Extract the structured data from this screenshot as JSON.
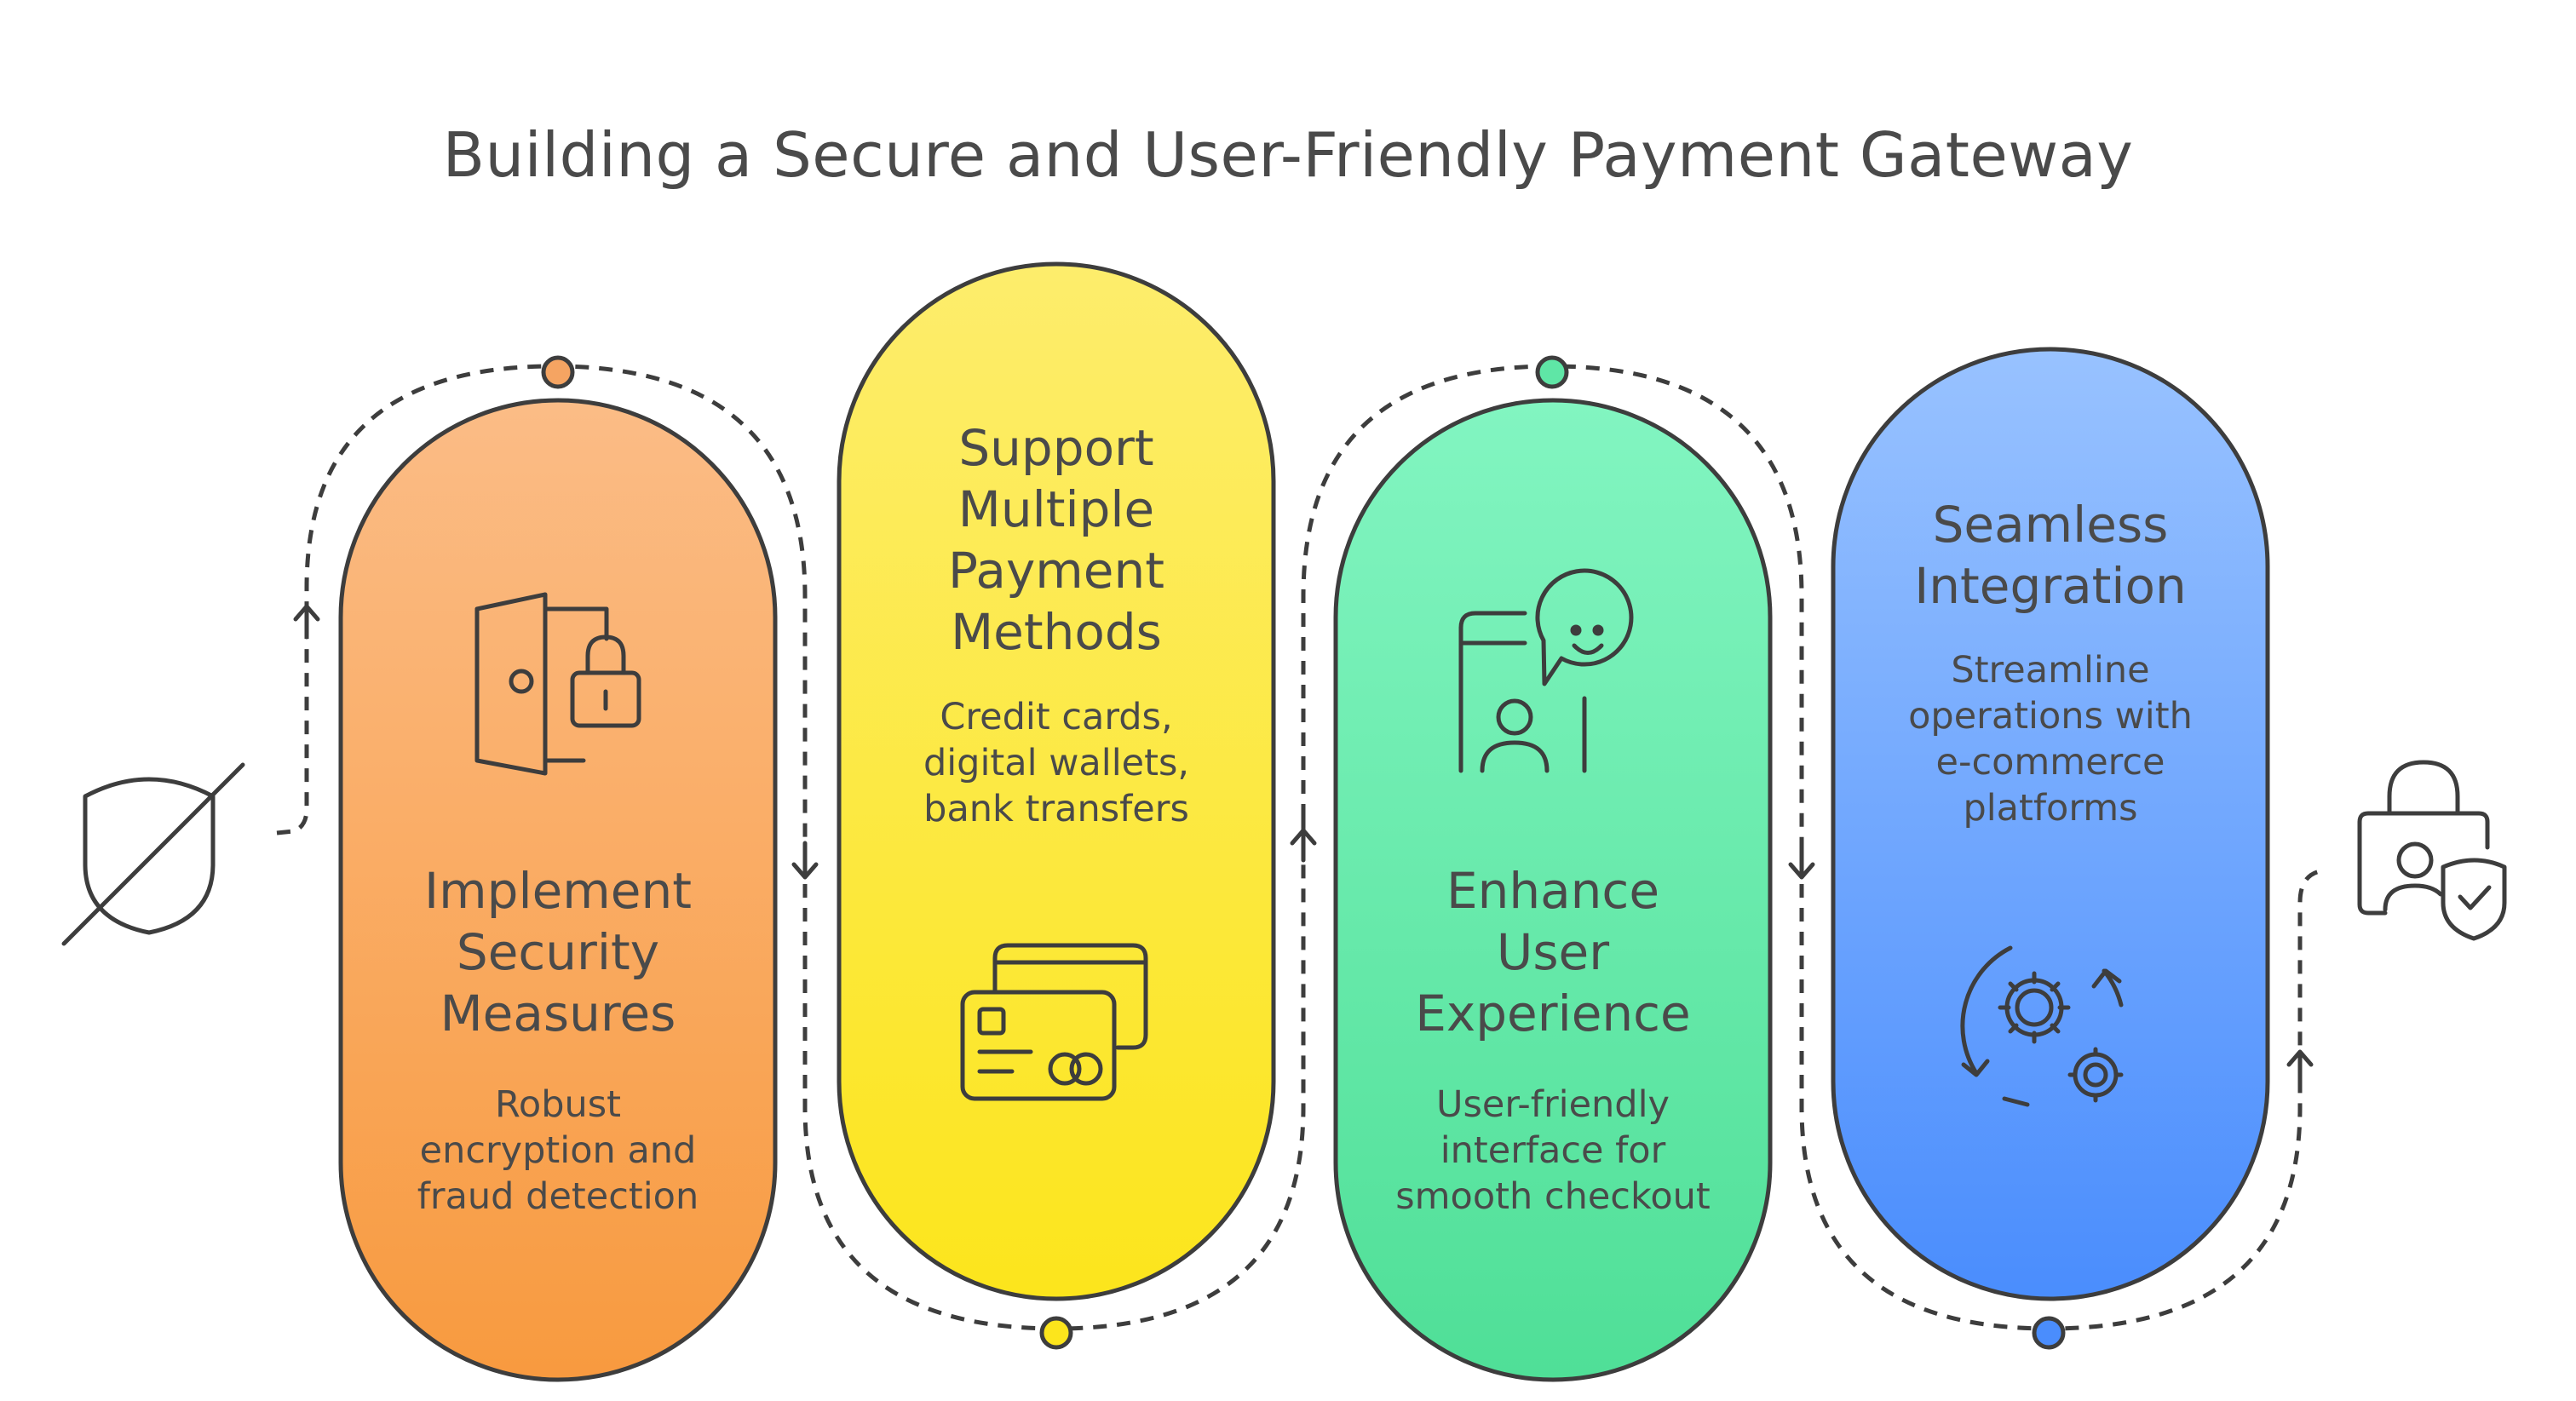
{
  "title": "Building a Secure and User-Friendly Payment Gateway",
  "colors": {
    "orange_top": "#FBBC86",
    "orange_bottom": "#F89A3F",
    "yellow_top": "#FDED6C",
    "yellow_bottom": "#FCE51C",
    "green_top": "#82F5C1",
    "green_bottom": "#4FDF97",
    "blue_top": "#98C2FF",
    "blue_bottom": "#4A8DFD",
    "outline": "#3d3d3d"
  },
  "steps": [
    {
      "heading": [
        "Implement",
        "Security",
        "Measures"
      ],
      "description": [
        "Robust",
        "encryption and",
        "fraud detection"
      ],
      "icon": "door-lock-icon"
    },
    {
      "heading": [
        "Support",
        "Multiple",
        "Payment",
        "Methods"
      ],
      "description": [
        "Credit cards,",
        "digital wallets,",
        "bank transfers"
      ],
      "icon": "credit-cards-icon"
    },
    {
      "heading": [
        "Enhance",
        "User",
        "Experience"
      ],
      "description": [
        "User-friendly",
        "interface for",
        "smooth checkout"
      ],
      "icon": "phone-smiley-icon"
    },
    {
      "heading": [
        "Seamless",
        "Integration"
      ],
      "description": [
        "Streamline",
        "operations with",
        "e-commerce",
        "platforms"
      ],
      "icon": "gears-cycle-icon"
    }
  ],
  "start_icon": "shield-slash-icon",
  "end_icon": "user-lock-shield-icon"
}
